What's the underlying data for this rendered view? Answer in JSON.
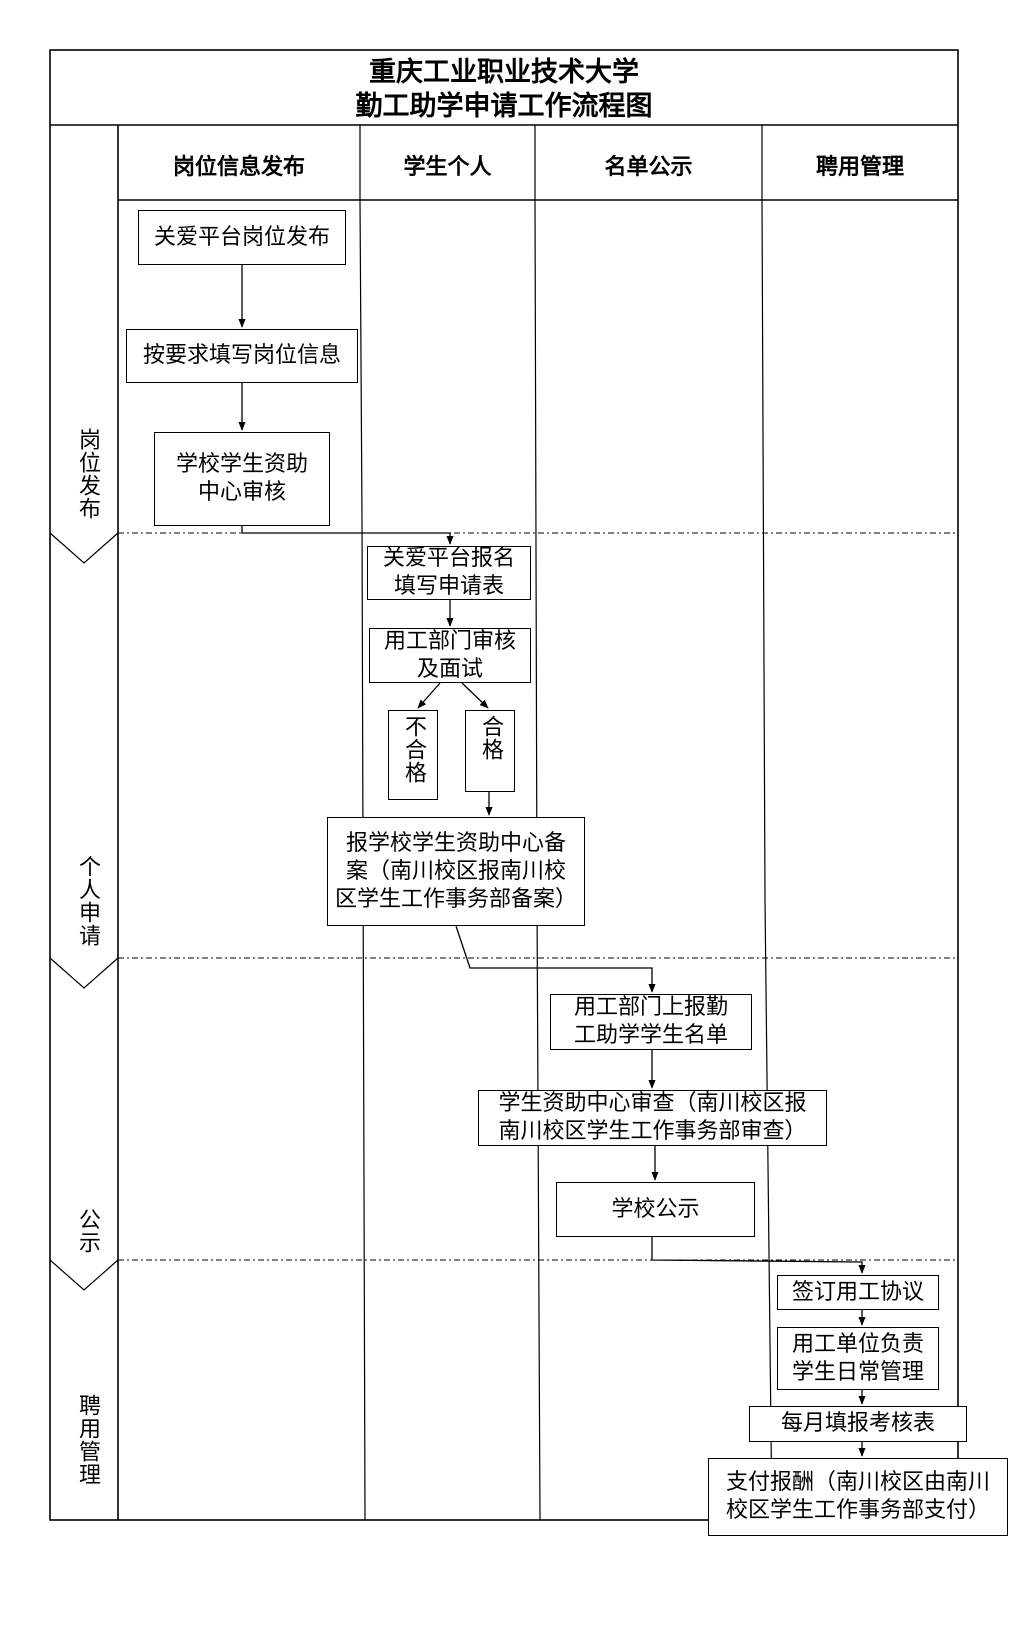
{
  "title": {
    "line1": "重庆工业职业技术大学",
    "line2": "勤工助学申请工作流程图"
  },
  "lanes": [
    "岗位信息发布",
    "学生个人",
    "名单公示",
    "聘用管理"
  ],
  "phases": [
    "岗位发布",
    "个人申请",
    "公示",
    "聘用管理"
  ],
  "nodes": {
    "n1": "关爱平台岗位发布",
    "n2": "按要求填写岗位信息",
    "n3": "学校学生资助\n中心审核",
    "n4": "关爱平台报名\n填写申请表",
    "n5": "用工部门审核\n及面试",
    "fail": "不合格",
    "pass": "合格",
    "n6": "报学校学生资助中心备\n案（南川校区报南川校\n区学生工作事务部备案）",
    "n7": "用工部门上报勤\n工助学学生名单",
    "n8": "学生资助中心审查（南川校区报\n南川校区学生工作事务部审查）",
    "n9": "学校公示",
    "n10": "签订用工协议",
    "n11": "用工单位负责\n学生日常管理",
    "n12": "每月填报考核表",
    "n13": "支付报酬（南川校区由南川\n校区学生工作事务部支付）"
  }
}
